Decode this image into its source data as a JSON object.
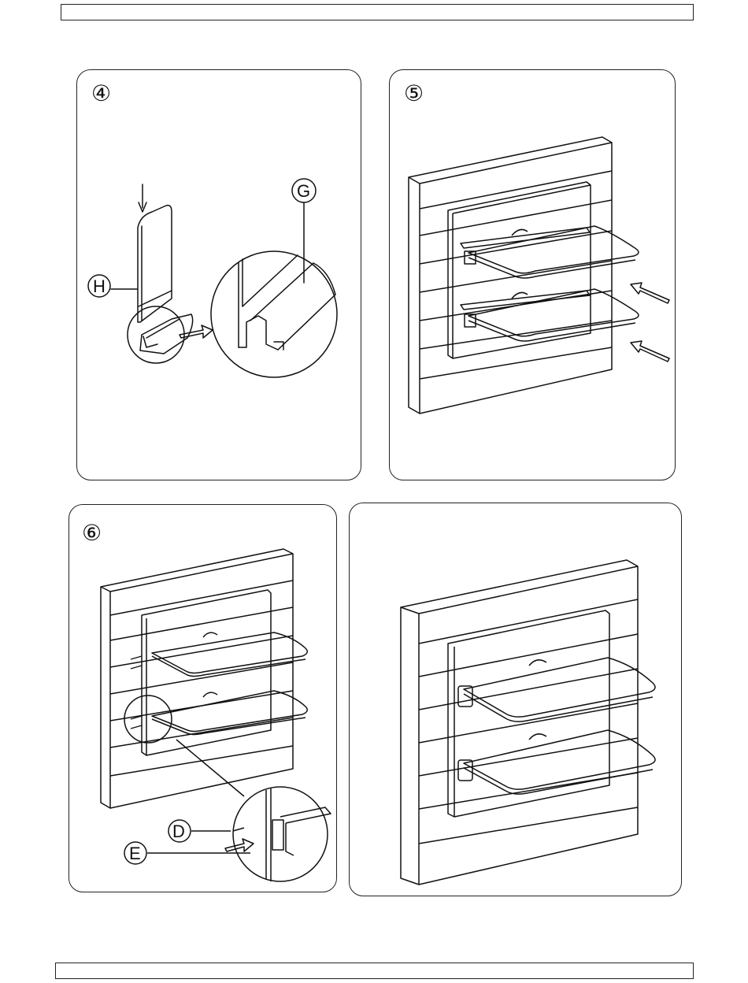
{
  "header_bar": "",
  "footer_bar": "",
  "steps": [
    {
      "label": "④",
      "callouts": [
        "H",
        "G"
      ]
    },
    {
      "label": "⑤",
      "callouts": []
    },
    {
      "label": "⑥",
      "callouts": [
        "D",
        "E"
      ]
    },
    {
      "label": "",
      "callouts": []
    }
  ]
}
